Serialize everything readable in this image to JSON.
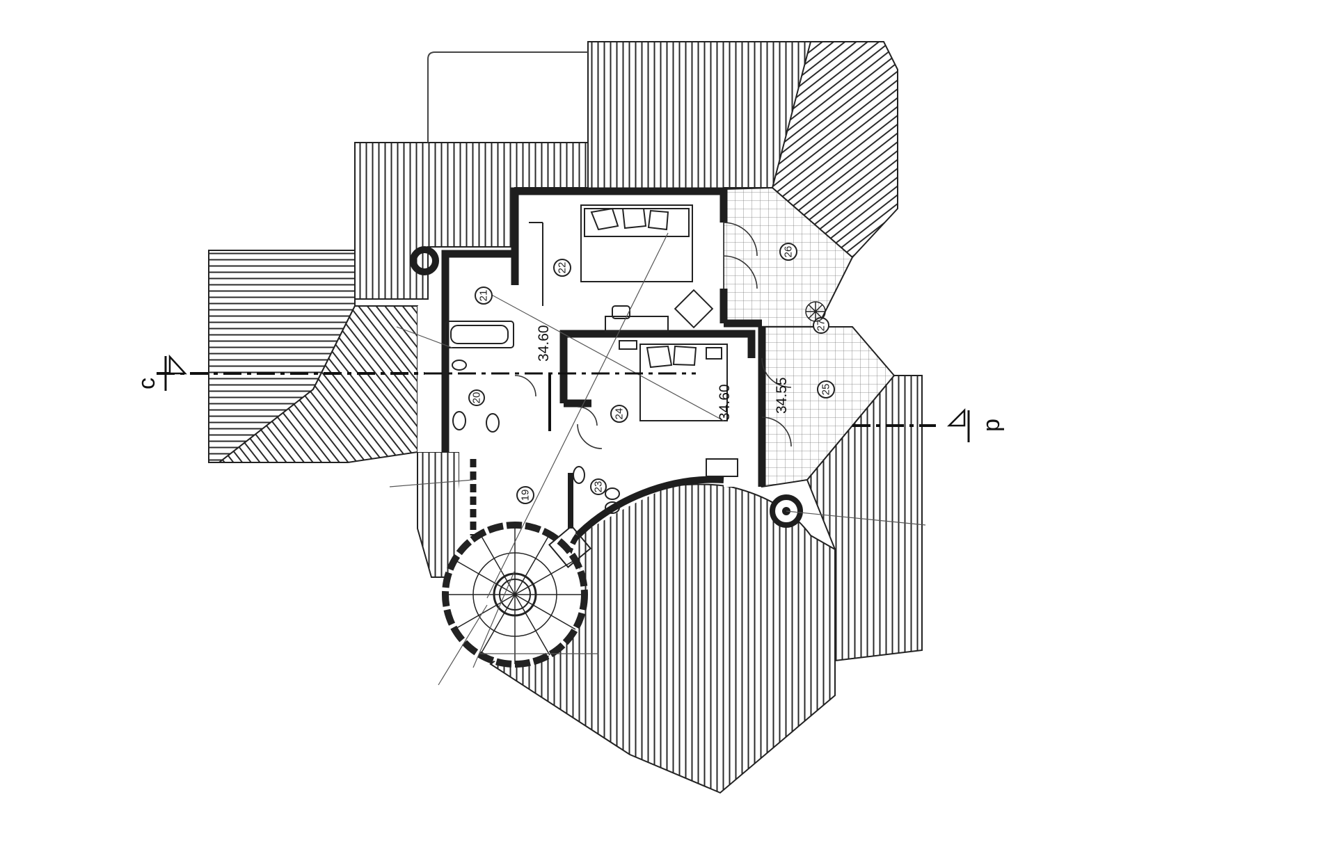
{
  "section_markers": {
    "left": "c",
    "right": "d"
  },
  "elevations": {
    "stair_landing": "34.60",
    "bedroom": "34.60",
    "terrace": "34.55"
  },
  "rooms": [
    "19",
    "20",
    "21",
    "22",
    "23",
    "24",
    "25",
    "26",
    "27"
  ],
  "colors": {
    "ink": "#1a1a1a",
    "wall": "#2a2a2a",
    "paper": "#ffffff"
  }
}
